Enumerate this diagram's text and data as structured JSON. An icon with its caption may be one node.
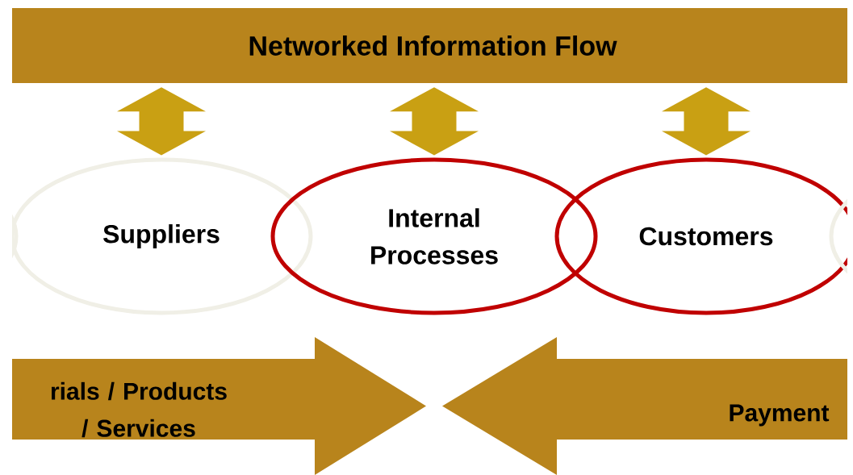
{
  "diagram": {
    "nodes": [
      {
        "text": [
          "Networked Information Flow"
        ]
      },
      {
        "text": [],
        "shape": "circle"
      },
      {
        "text": [
          "Suppliers"
        ]
      },
      {
        "text": [
          "Internal Processes"
        ]
      },
      {
        "text": [
          "Customers"
        ]
      },
      {
        "text": [],
        "shape": "circle"
      },
      {
        "text": [
          "rials / Products / Services"
        ]
      },
      {
        "text": [
          "Payment"
        ]
      }
    ],
    "edges": [
      {
        "from": 0,
        "to": 2,
        "arrow": "both"
      },
      {
        "from": 0,
        "to": 3,
        "arrow": "both"
      },
      {
        "from": 0,
        "to": 4,
        "arrow": "both"
      }
    ]
  }
}
